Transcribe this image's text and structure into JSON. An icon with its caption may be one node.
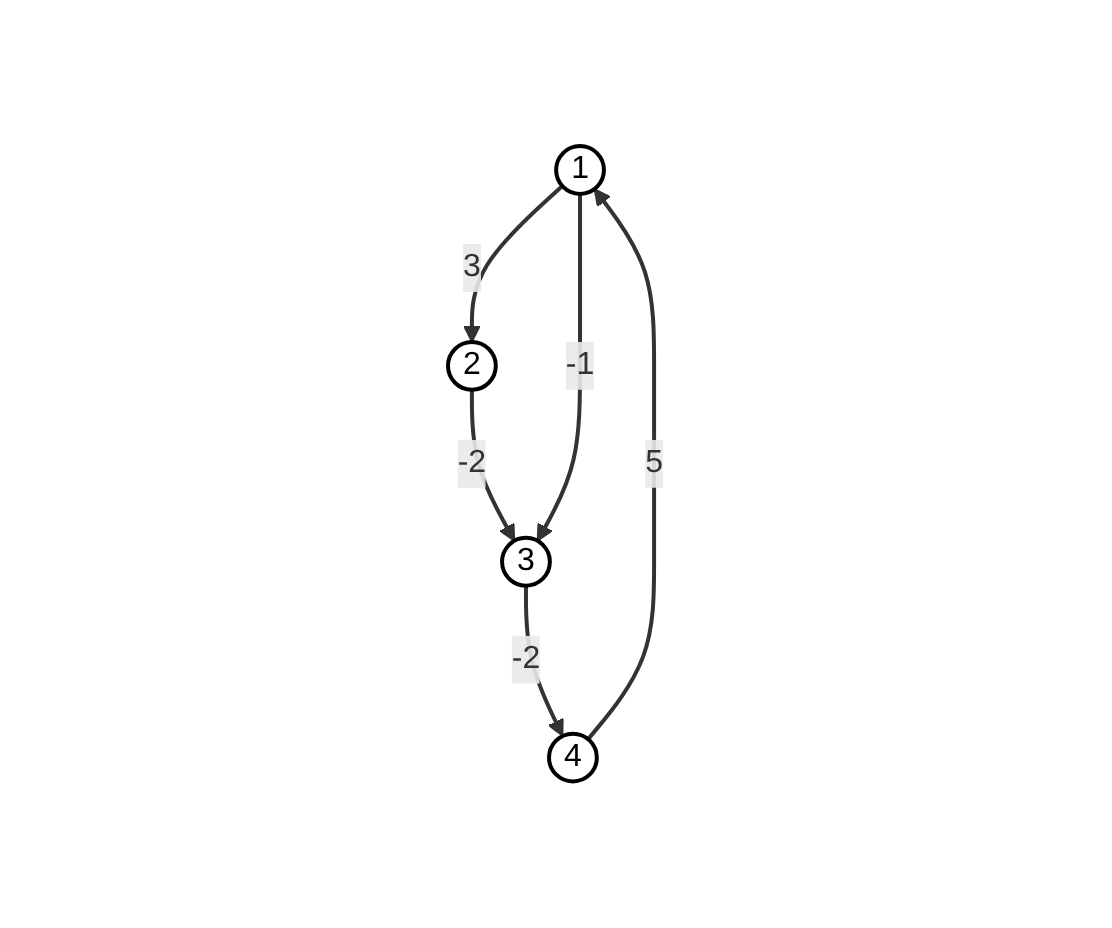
{
  "diagram": {
    "nodes": [
      {
        "text": [
          "1"
        ]
      },
      {
        "text": [
          "2"
        ]
      },
      {
        "text": [
          "3"
        ]
      },
      {
        "text": [
          "4"
        ]
      }
    ],
    "edges": [
      {
        "from": 0,
        "to": 1,
        "arrow": "to",
        "label": "3"
      },
      {
        "from": 1,
        "to": 2,
        "arrow": "to",
        "label": "-2"
      },
      {
        "from": 2,
        "to": 3,
        "arrow": "to",
        "label": "-2"
      },
      {
        "from": 3,
        "to": 0,
        "arrow": "to",
        "label": "5"
      },
      {
        "from": 0,
        "to": 2,
        "arrow": "to",
        "label": "-1"
      }
    ]
  }
}
